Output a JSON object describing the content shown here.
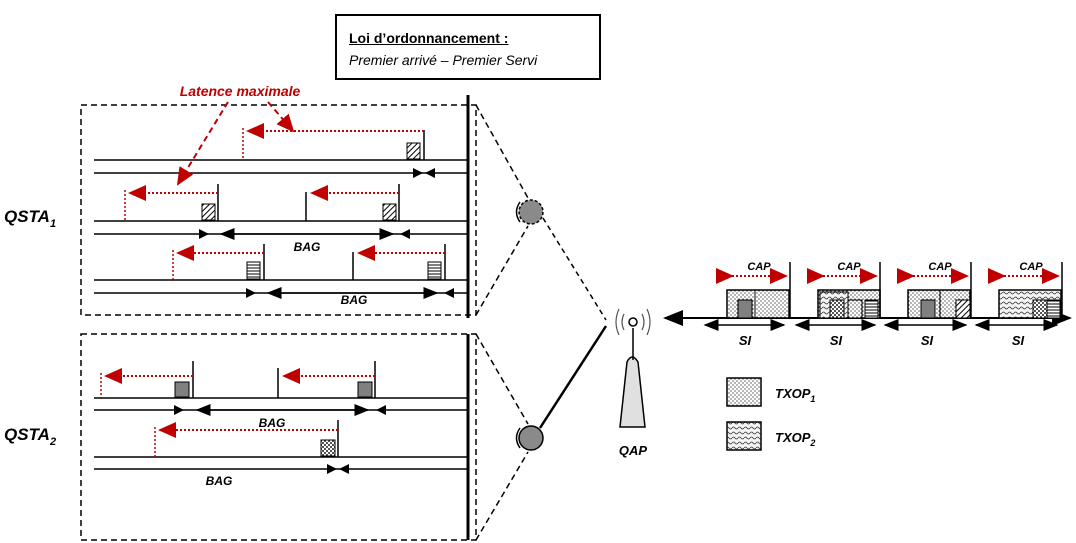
{
  "scheduling_box": {
    "title": "Loi d’ordonnancement :",
    "rule": "Premier arrivé – Premier Servi"
  },
  "labels": {
    "latency": "Latence maximale",
    "station1": "QSTA",
    "station1_sub": "1",
    "station2": "QSTA",
    "station2_sub": "2",
    "bag": "BAG",
    "access_point": "QAP",
    "cap": "CAP",
    "si": "SI",
    "txop1": "TXOP",
    "txop1_sub": "1",
    "txop2": "TXOP",
    "txop2_sub": "2"
  },
  "colors": {
    "latency_arrow": "#c00000",
    "line": "#000000",
    "packet_grey": "#808080"
  }
}
